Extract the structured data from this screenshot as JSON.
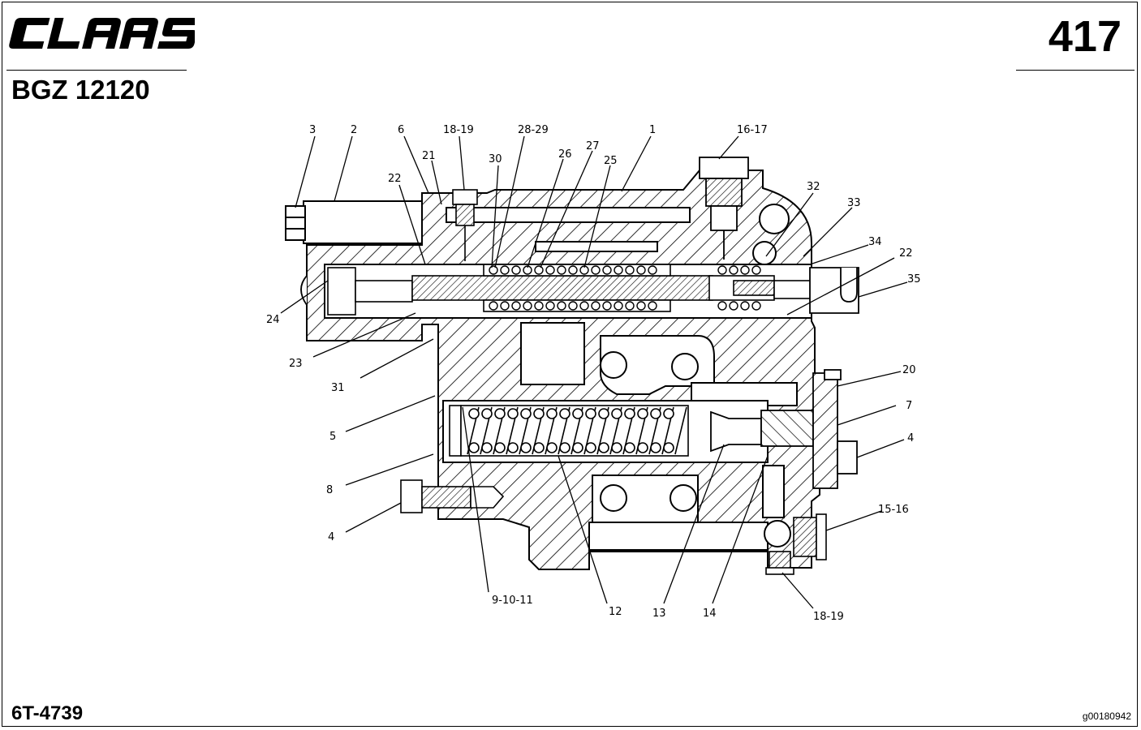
{
  "header": {
    "brand": "CLAAS",
    "page_number": "417",
    "model": "BGZ 12120"
  },
  "footer": {
    "document_id": "6T-4739",
    "image_ref": "g00180942"
  },
  "callouts": [
    {
      "label": "3"
    },
    {
      "label": "2"
    },
    {
      "label": "6"
    },
    {
      "label": "18-19"
    },
    {
      "label": "28-29"
    },
    {
      "label": "1"
    },
    {
      "label": "16-17"
    },
    {
      "label": "21"
    },
    {
      "label": "30"
    },
    {
      "label": "26"
    },
    {
      "label": "27"
    },
    {
      "label": "25"
    },
    {
      "label": "22"
    },
    {
      "label": "32"
    },
    {
      "label": "33"
    },
    {
      "label": "34"
    },
    {
      "label": "22"
    },
    {
      "label": "35"
    },
    {
      "label": "24"
    },
    {
      "label": "23"
    },
    {
      "label": "31"
    },
    {
      "label": "20"
    },
    {
      "label": "7"
    },
    {
      "label": "5"
    },
    {
      "label": "4"
    },
    {
      "label": "8"
    },
    {
      "label": "15-16"
    },
    {
      "label": "4"
    },
    {
      "label": "9-10-11"
    },
    {
      "label": "12"
    },
    {
      "label": "13"
    },
    {
      "label": "14"
    },
    {
      "label": "18-19"
    }
  ]
}
